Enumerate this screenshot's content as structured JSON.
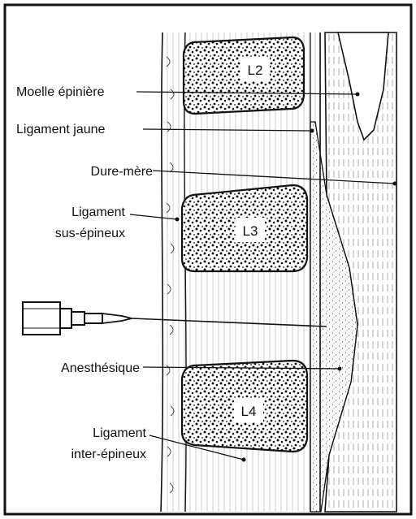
{
  "labels": {
    "moelle": "Moelle épinière",
    "ligament_jaune": "Ligament jaune",
    "dure_mere": "Dure-mère",
    "ligament_sus_line1": "Ligament",
    "ligament_sus_line2": "sus-épineux",
    "anesthesique": "Anesthésique",
    "ligament_inter_line1": "Ligament",
    "ligament_inter_line2": "inter-épineux"
  },
  "vertebrae": {
    "l2": "L2",
    "l3": "L3",
    "l4": "L4"
  }
}
